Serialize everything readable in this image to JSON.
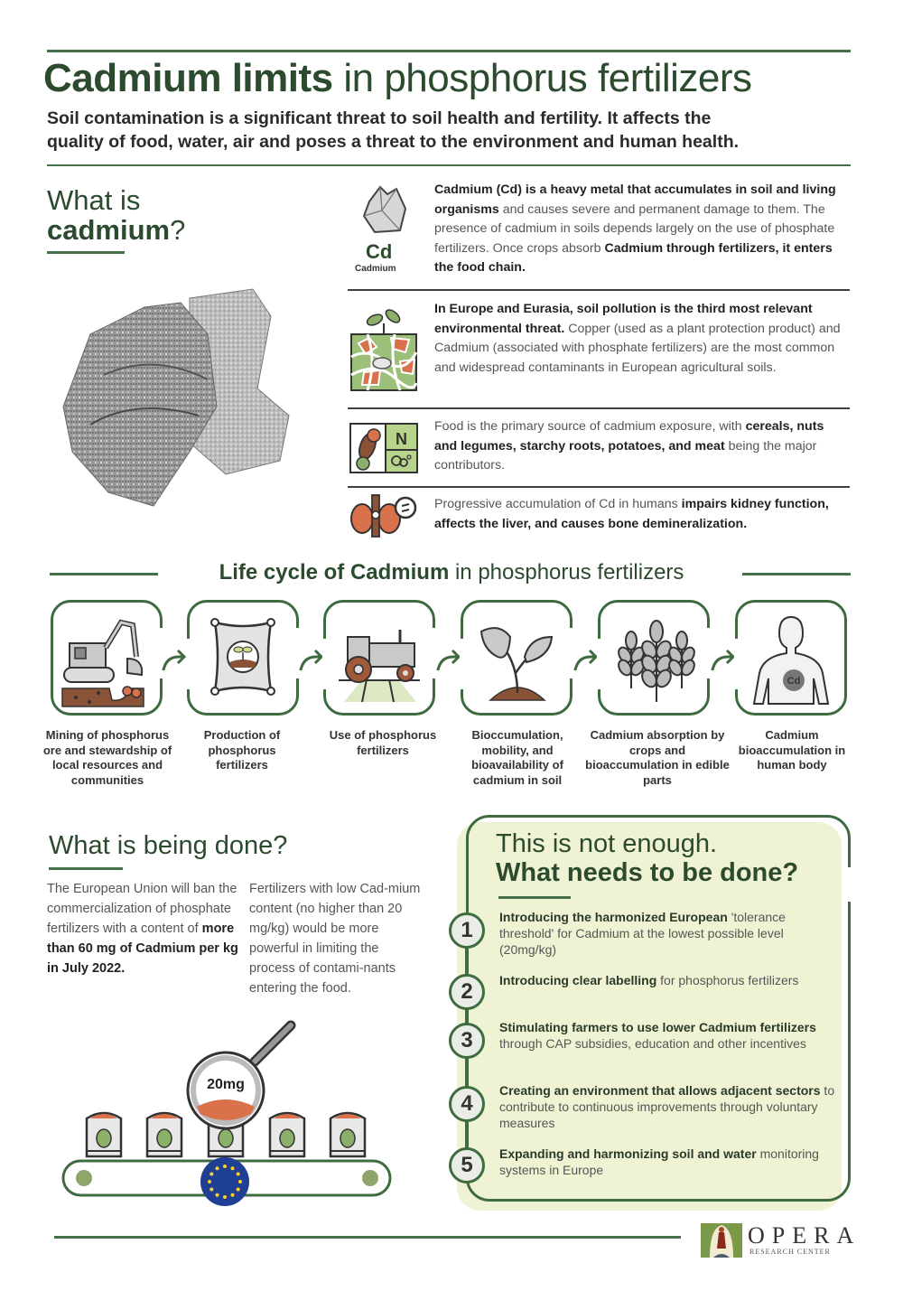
{
  "header": {
    "title_bold": "Cadmium limits",
    "title_light": "in phosphorus fertilizers",
    "subtitle_line1": "Soil contamination is a significant threat to soil health and fertility. It affects the",
    "subtitle_line2": "quality of food, water, air and poses a threat to the environment and human health."
  },
  "what_is": {
    "heading_line1": "What is",
    "heading_bold": "cadmium",
    "heading_q": "?",
    "element_symbol": "Cd",
    "element_name": "Cadmium",
    "facts": [
      {
        "icon": "cadmium-rock-icon",
        "bold1": "Cadmium (Cd) is a heavy metal that accumulates in soil and living organisms",
        "normal1": " and causes severe and permanent damage to them. The presence of cadmium in soils depends largely on the use of phosphate fertilizers. Once crops absorb ",
        "bold2": "Cadmium through fertilizers, it enters the food chain."
      },
      {
        "icon": "soil-pollution-icon",
        "bold1": "In Europe and Eurasia, soil pollution is the third most relevant environmental threat.",
        "normal1": " Copper (used as a plant protection product) and Cadmium (associated with phosphate fertilizers) are the most common and widespread contaminants in European agricultural soils."
      },
      {
        "icon": "food-icon",
        "normal1": "Food is the primary source of cadmium exposure, with ",
        "bold1": "cereals, nuts and legumes, starchy roots, potatoes, and meat",
        "normal2": " being the major contributors."
      },
      {
        "icon": "kidney-icon",
        "normal1": "Progressive accumulation of Cd in humans ",
        "bold1": "impairs kidney function, affects the liver, and causes bone demineralization."
      }
    ]
  },
  "lifecycle": {
    "title_bold": "Life cycle of Cadmium",
    "title_light": "in phosphorus fertilizers",
    "steps": [
      {
        "icon": "excavator-icon",
        "label": "Mining of phosphorus ore and stewardship of local resources and communities"
      },
      {
        "icon": "fertilizer-bag-icon",
        "label": "Production of phosphorus fertilizers"
      },
      {
        "icon": "tractor-icon",
        "label": "Use of phosphorus fertilizers"
      },
      {
        "icon": "seedling-icon",
        "label": "Bioccumulation, mobility, and bioavailability of cadmium in soil"
      },
      {
        "icon": "wheat-icon",
        "label": "Cadmium absorption by crops and bioaccumulation in edible parts"
      },
      {
        "icon": "human-body-icon",
        "label": "Cadmium bioaccumulation in human body"
      }
    ]
  },
  "being_done": {
    "heading": "What is being done?",
    "col1_normal": "The European Union will ban the commercialization of phosphate fertilizers with a content of ",
    "col1_bold": "more than 60 mg of Cadmium per kg in July 2022.",
    "col2": "Fertilizers with low Cad-mium content (no higher than 20 mg/kg) would be more powerful in limiting the process of contami-nants entering the food.",
    "magnifier_label": "20mg"
  },
  "needs": {
    "title_line1": "This is not enough.",
    "title_line2": "What needs to be done?",
    "items": [
      {
        "num": "1",
        "bold": "Introducing the harmonized European",
        "normal": " 'tolerance threshold' for Cadmium at the lowest possible level (20mg/kg)"
      },
      {
        "num": "2",
        "bold": "Introducing clear labelling",
        "normal": " for phosphorus fertilizers"
      },
      {
        "num": "3",
        "bold": "Stimulating farmers to use lower Cadmium fertilizers",
        "normal": " through CAP subsidies, education and other incentives"
      },
      {
        "num": "4",
        "bold": "Creating an environment that allows adjacent sectors",
        "normal": " to contribute to continuous improvements through voluntary measures"
      },
      {
        "num": "5",
        "bold": "Expanding and harmonizing soil and water",
        "normal": " monitoring systems in Europe"
      }
    ]
  },
  "footer": {
    "logo_name": "OPERA",
    "logo_sub": "RESEARCH CENTER"
  },
  "colors": {
    "brand_green": "#2c4a2e",
    "line_green": "#44714a",
    "panel_bg": "#eff3d3",
    "accent_orange": "#d9714a",
    "soil_brown": "#8a5236",
    "eu_blue": "#1f3f95"
  }
}
